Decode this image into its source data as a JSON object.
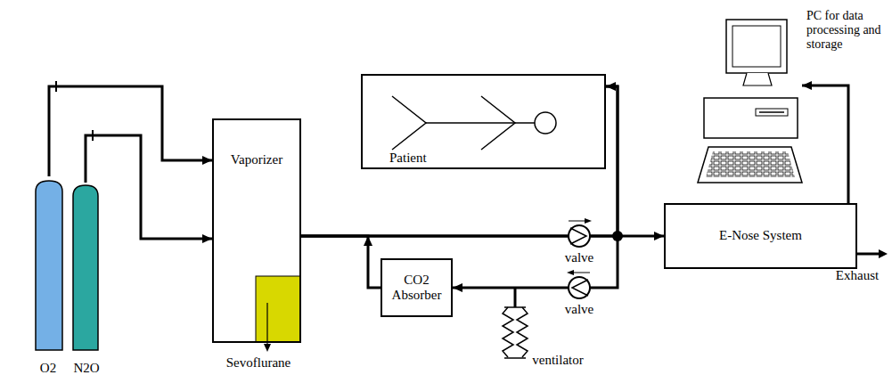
{
  "diagram": {
    "nodes": [
      {
        "text": [
          "O2"
        ]
      },
      {
        "text": [
          "N2O"
        ]
      },
      {
        "text": [
          "Vaporizer"
        ]
      },
      {
        "text": [
          "CO2 Absorber"
        ]
      },
      {
        "text": [
          "Patient"
        ]
      },
      {
        "text": [
          "E-Nose System"
        ]
      },
      {
        "text": [
          "PC for data processing and storage"
        ]
      }
    ],
    "edges": [
      {
        "from": 0,
        "to": 2,
        "arrow": "to"
      },
      {
        "from": 1,
        "to": 2,
        "arrow": "to"
      },
      {
        "from": 2,
        "to": 4,
        "arrow": "to"
      },
      {
        "from": 2,
        "to": 5,
        "arrow": "to"
      },
      {
        "from": 4,
        "to": 3,
        "arrow": "to"
      },
      {
        "from": 3,
        "to": 2,
        "arrow": "to"
      },
      {
        "from": 5,
        "to": 6,
        "arrow": "to"
      }
    ],
    "labels": [
      "Sevoflurane",
      "valve",
      "valve",
      "ventilator",
      "Exhaust"
    ]
  }
}
